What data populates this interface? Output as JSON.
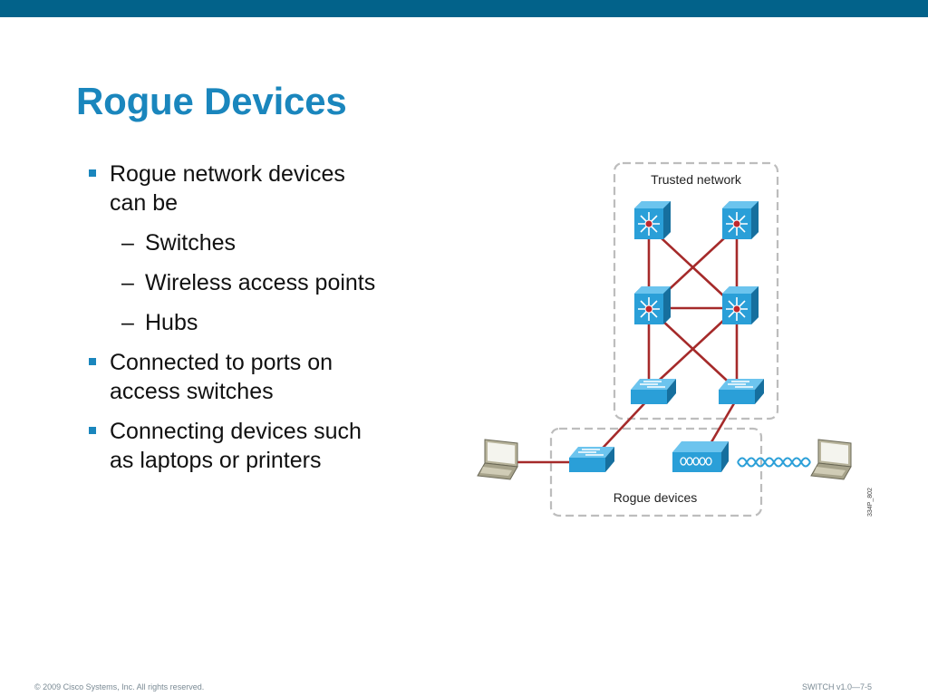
{
  "slide": {
    "title": "Rogue Devices",
    "accent_color": "#1a86bd",
    "bar_color": "#02628a"
  },
  "bullets": {
    "b1": {
      "line1": "Rogue network devices",
      "line2": "can be"
    },
    "sub1": "Switches",
    "sub2": "Wireless access points",
    "sub3": "Hubs",
    "b2": {
      "line1": "Connected to ports on",
      "line2": "access switches"
    },
    "b3": {
      "line1": "Connecting devices such",
      "line2": "as laptops or printers"
    },
    "dash": "–"
  },
  "diagram": {
    "trusted_label": "Trusted network",
    "rogue_label": "Rogue devices",
    "figure_id": "334P_802",
    "link_color": "#a52a2a",
    "device_color": "#2a9fd8",
    "icons": [
      "multilayer-switch-icon",
      "access-switch-icon",
      "hub-icon",
      "laptop-icon",
      "wireless-wave-icon"
    ]
  },
  "footer": {
    "copyright": "© 2009 Cisco Systems, Inc. All rights reserved.",
    "course": "SWITCH v1.0—7-5"
  }
}
